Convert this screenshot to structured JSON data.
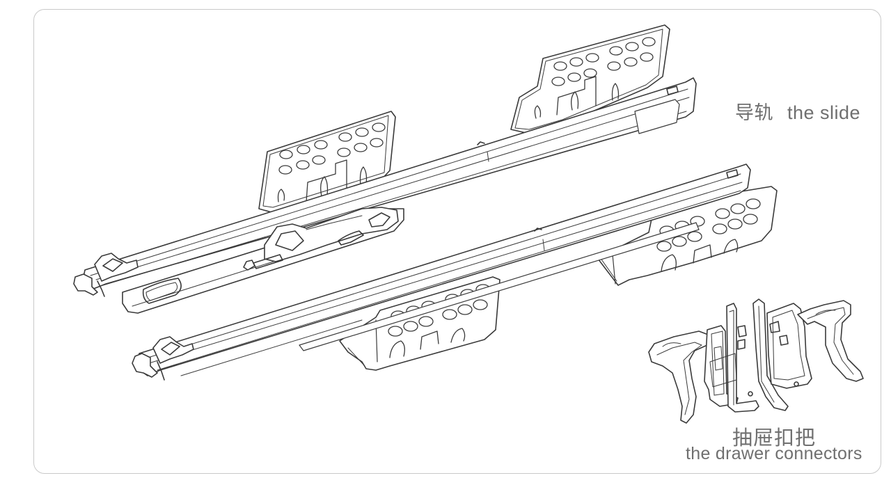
{
  "labels": {
    "slide_zh": "导轨",
    "slide_en": "the slide",
    "connectors_zh": "抽屉扣把",
    "connectors_en": "the drawer connectors"
  },
  "style": {
    "line_color": "#3a3a3a",
    "text_color": "#6f6f6f",
    "frame_color": "#c9c9c9"
  }
}
